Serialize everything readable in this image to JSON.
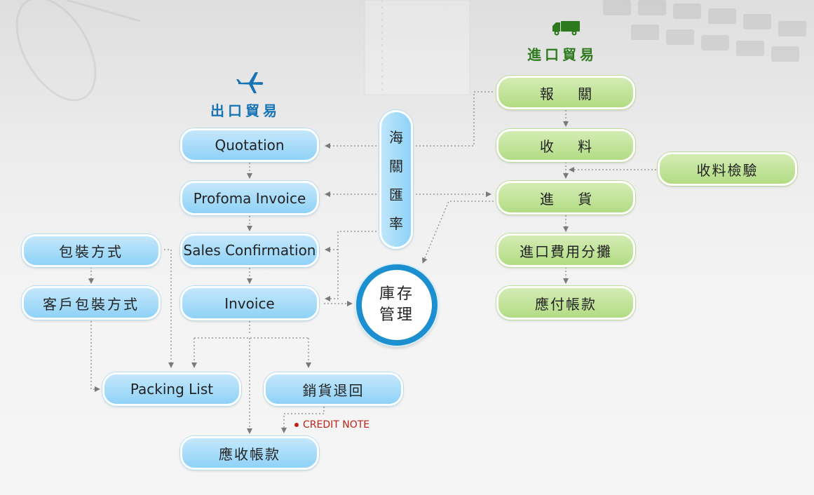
{
  "export_trade": {
    "title": "出口貿易",
    "quotation": "Quotation",
    "proforma_invoice": "Profoma Invoice",
    "sales_confirmation": "Sales Confirmation",
    "invoice": "Invoice",
    "packing_list": "Packing List",
    "sales_return": "銷貨退回",
    "credit_note": "CREDIT NOTE",
    "accounts_receivable": "應收帳款",
    "packing_method": "包裝方式",
    "customer_packing_method": "客戶包裝方式"
  },
  "customs_exchange_rate": [
    "海",
    "關",
    "匯",
    "率"
  ],
  "inventory_management": [
    "庫存",
    "管理"
  ],
  "import_trade": {
    "title": "進口貿易",
    "customs_declaration": "報 關",
    "receiving": "收 料",
    "receiving_inspection": "收料檢驗",
    "purchase": "進 貨",
    "import_cost_allocation": "進口費用分攤",
    "accounts_payable": "應付帳款"
  },
  "colors": {
    "export_accent": "#1673b6",
    "import_accent": "#2d7a1e",
    "hub_ring": "#1b8fd0",
    "credit_note": "#c0201a"
  },
  "icons": {
    "export": "airplane-icon",
    "import": "truck-icon"
  }
}
